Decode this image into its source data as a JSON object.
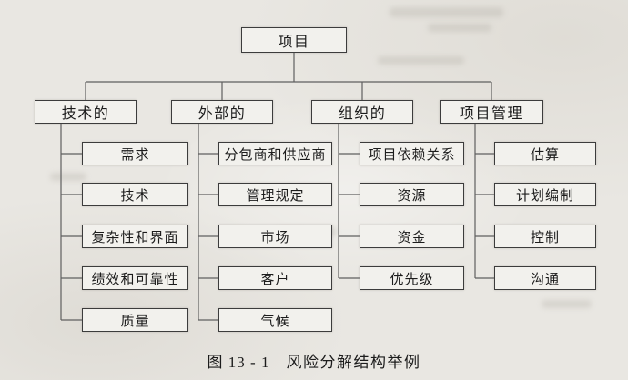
{
  "page": {
    "background_color": "#e9e7e2",
    "box_fill_color": "#f2f1ed",
    "box_border_color": "#3c3c3c",
    "connector_color": "#5f5f5f",
    "text_color": "#1c1c1c"
  },
  "diagram": {
    "root": {
      "label": "项目"
    },
    "branches": [
      {
        "label": "技术的",
        "children": [
          "需求",
          "技术",
          "复杂性和界面",
          "绩效和可靠性",
          "质量"
        ]
      },
      {
        "label": "外部的",
        "children": [
          "分包商和供应商",
          "管理规定",
          "市场",
          "客户",
          "气候"
        ]
      },
      {
        "label": "组织的",
        "children": [
          "项目依赖关系",
          "资源",
          "资金",
          "优先级"
        ]
      },
      {
        "label": "项目管理",
        "children": [
          "估算",
          "计划编制",
          "控制",
          "沟通"
        ]
      }
    ]
  },
  "caption": {
    "figure_number": "图 13 - 1",
    "title": "风险分解结构举例"
  }
}
